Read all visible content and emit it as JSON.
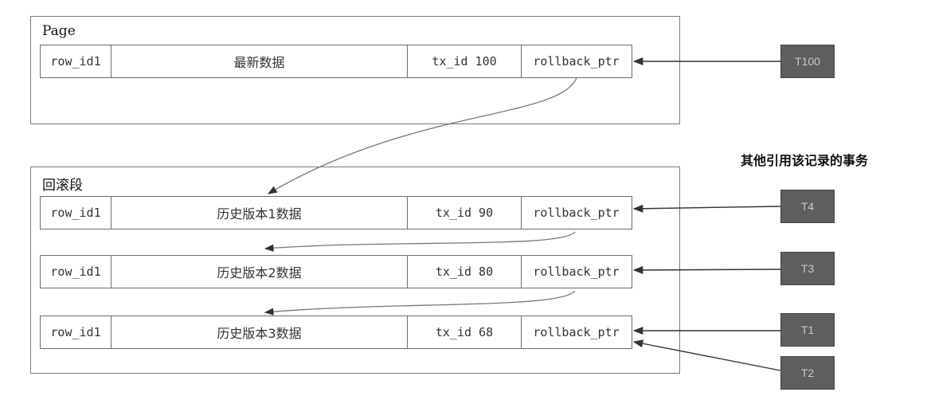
{
  "page_panel": {
    "title": "Page"
  },
  "undo_panel": {
    "title": "回滚段"
  },
  "current_row": {
    "row_id": "row_id1",
    "data": "最新数据",
    "tx_id": "tx_id 100",
    "ptr": "rollback_ptr"
  },
  "history_rows": [
    {
      "row_id": "row_id1",
      "data": "历史版本1数据",
      "tx_id": "tx_id 90",
      "ptr": "rollback_ptr"
    },
    {
      "row_id": "row_id1",
      "data": "历史版本2数据",
      "tx_id": "tx_id 80",
      "ptr": "rollback_ptr"
    },
    {
      "row_id": "row_id1",
      "data": "历史版本3数据",
      "tx_id": "tx_id 68",
      "ptr": "rollback_ptr"
    }
  ],
  "transactions_label": "其他引用该记录的事务",
  "transactions": [
    "T100",
    "T4",
    "T3",
    "T1",
    "T2"
  ]
}
